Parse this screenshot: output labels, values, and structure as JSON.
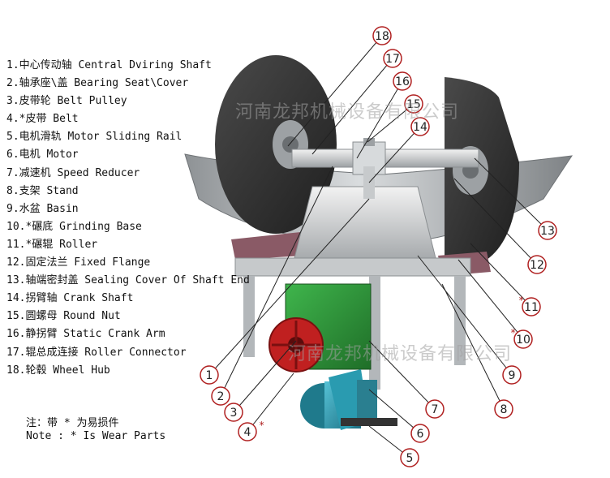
{
  "legend": {
    "items": [
      "1.中心传动轴  Central Dviring Shaft",
      "2.轴承座\\盖  Bearing Seat\\Cover",
      "3.皮带轮  Belt Pulley",
      "4.*皮带  Belt",
      "5.电机滑轨  Motor Sliding Rail",
      "6.电机  Motor",
      "7.减速机  Speed Reducer",
      "8.支架  Stand",
      "9.水盆  Basin",
      "10.*碾底  Grinding Base",
      "11.*碾辊  Roller",
      "12.固定法兰  Fixed Flange",
      "13.轴端密封盖  Sealing Cover Of Shaft End",
      "14.拐臂轴  Crank Shaft",
      "15.圆螺母  Round Nut",
      "16.静拐臂  Static Crank Arm",
      "17.辊总成连接  Roller Connector",
      "18.轮毂  Wheel Hub"
    ]
  },
  "note": {
    "cn": "注：带 * 为易损件",
    "en": "Note : * Is Wear Parts"
  },
  "watermarks": [
    "河南龙邦机械设备有限公司",
    "河南龙邦机械设备有限公司"
  ],
  "callouts": [
    {
      "num": "1",
      "star": false
    },
    {
      "num": "2",
      "star": false
    },
    {
      "num": "3",
      "star": false
    },
    {
      "num": "4",
      "star": true
    },
    {
      "num": "5",
      "star": false
    },
    {
      "num": "6",
      "star": false
    },
    {
      "num": "7",
      "star": false
    },
    {
      "num": "8",
      "star": false
    },
    {
      "num": "9",
      "star": false
    },
    {
      "num": "10",
      "star": true
    },
    {
      "num": "11",
      "star": true
    },
    {
      "num": "12",
      "star": false
    },
    {
      "num": "13",
      "star": false
    },
    {
      "num": "14",
      "star": false
    },
    {
      "num": "15",
      "star": false
    },
    {
      "num": "16",
      "star": false
    },
    {
      "num": "17",
      "star": false
    },
    {
      "num": "18",
      "star": false
    }
  ],
  "colors": {
    "callout_ring": "#b02020",
    "leader_line": "#222222",
    "roller": "#2e2e2e",
    "basin": "#bfc3c6",
    "motor": "#2a9bb0",
    "reducer": "#2e9a3a",
    "pulley": "#c02020",
    "grinding_base": "#8a5a66"
  }
}
